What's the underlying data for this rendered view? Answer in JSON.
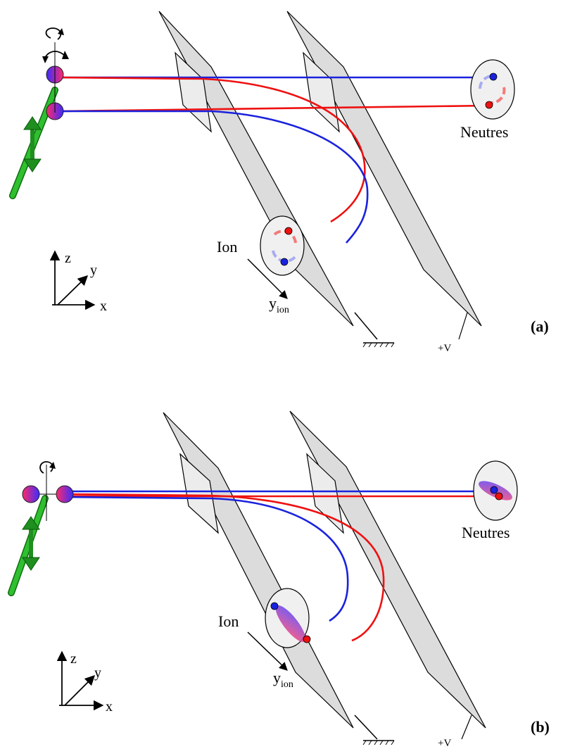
{
  "panels": [
    {
      "id": "a",
      "label": "(a)",
      "neutral_label": "Neutres",
      "ion_label": "Ion",
      "ion_axis_main": "y",
      "ion_axis_sub": "ion",
      "voltage_label": "+V",
      "axes": {
        "x": "x",
        "y": "y",
        "z": "z"
      }
    },
    {
      "id": "b",
      "label": "(b)",
      "neutral_label": "Neutres",
      "ion_label": "Ion",
      "ion_axis_main": "y",
      "ion_axis_sub": "ion",
      "voltage_label": "+V",
      "axes": {
        "x": "x",
        "y": "y",
        "z": "z"
      }
    }
  ],
  "colors": {
    "red": "#ee1111",
    "blue": "#1a22dd",
    "green": "#22aa22",
    "plate_fill": "#dcdcdc",
    "window_fill": "#ececec",
    "detector_fill": "#f0f0f0",
    "light_red": "#f47a7a",
    "light_blue": "#a8acf0"
  }
}
